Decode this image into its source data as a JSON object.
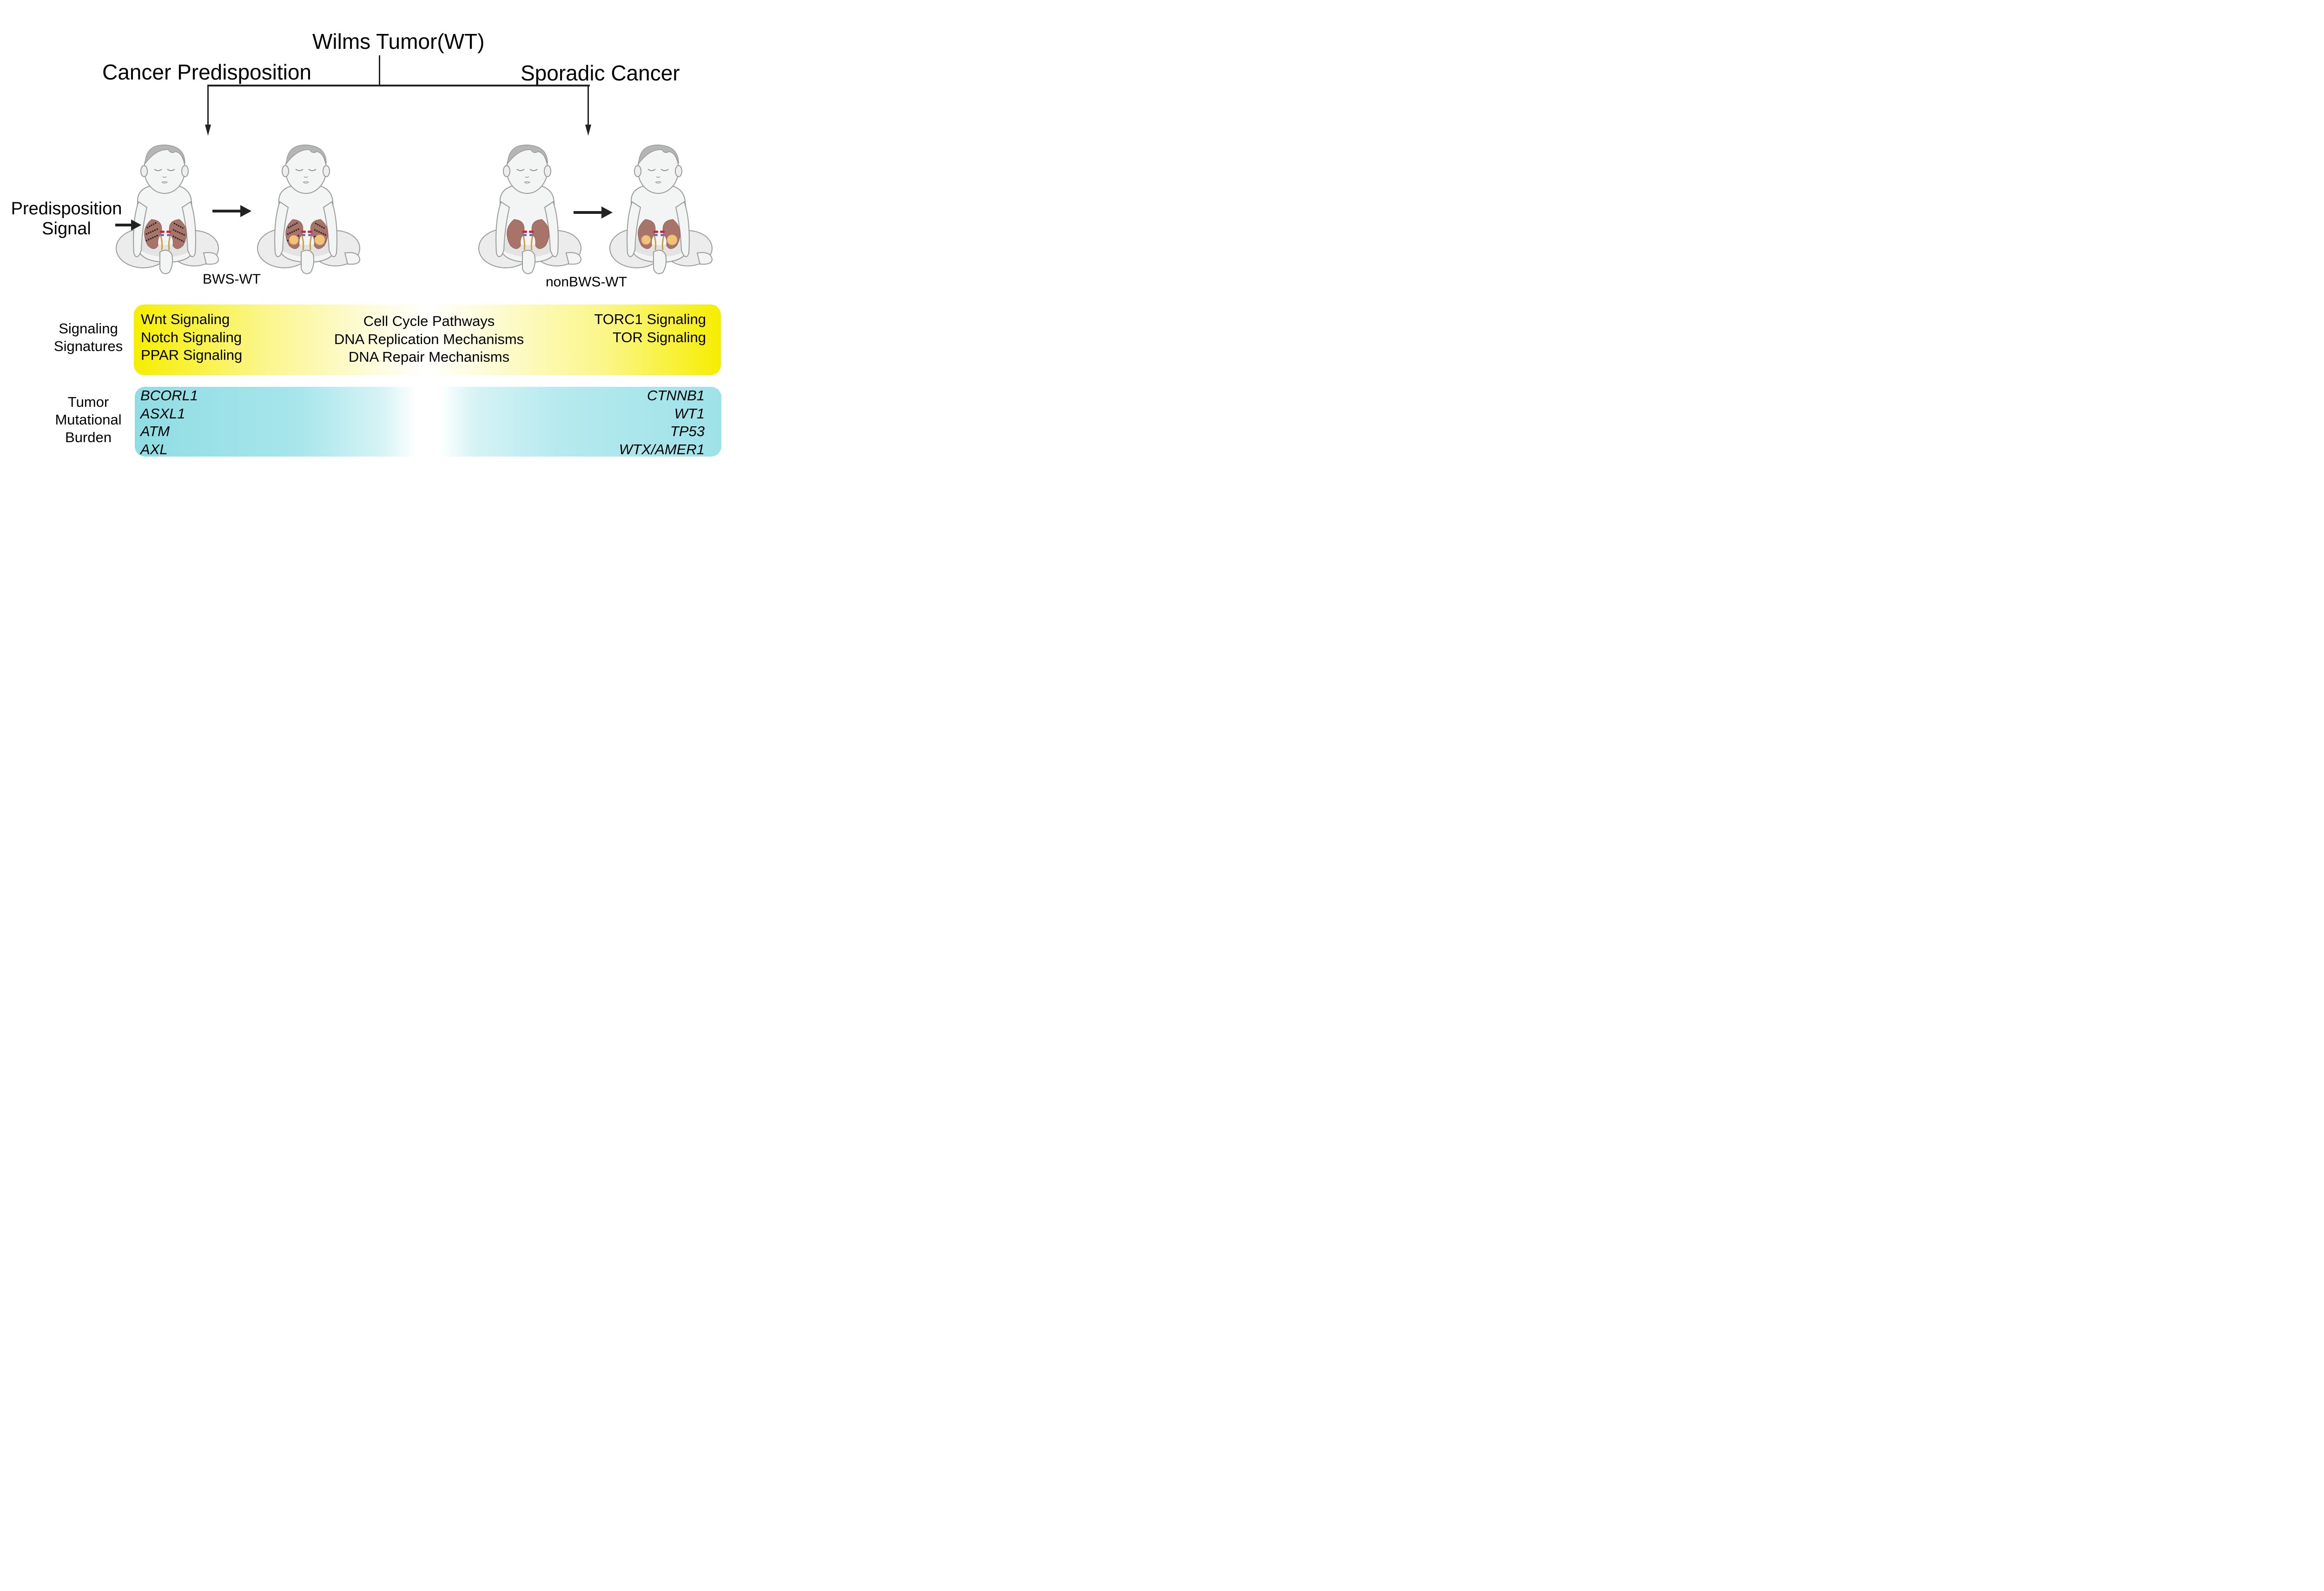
{
  "header": {
    "root_title": "Wilms Tumor(WT)",
    "left_branch": "Cancer Predisposition",
    "right_branch": "Sporadic Cancer"
  },
  "illustrations": {
    "predisposition_label_line1": "Predisposition",
    "predisposition_label_line2": "Signal",
    "left_group_caption": "BWS-WT",
    "right_group_caption": "nonBWS-WT",
    "babies": [
      {
        "id": "bws-baby-pre",
        "kidney_state": "hatched (predisposition marks)",
        "tumor": false
      },
      {
        "id": "bws-baby-tumor",
        "kidney_state": "hatched with tumor masses",
        "tumor": true
      },
      {
        "id": "nonbws-baby-normal",
        "kidney_state": "normal",
        "tumor": false
      },
      {
        "id": "nonbws-baby-tumor",
        "kidney_state": "tumor masses",
        "tumor": true
      }
    ]
  },
  "signaling": {
    "row_label_line1": "Signaling",
    "row_label_line2": "Signatures",
    "left": [
      "Wnt Signaling",
      "Notch Signaling",
      "PPAR Signaling"
    ],
    "center": [
      "Cell Cycle Pathways",
      "DNA Replication Mechanisms",
      "DNA Repair Mechanisms"
    ],
    "right": [
      "TORC1 Signaling",
      "TOR Signaling"
    ],
    "color": "#f6ee00"
  },
  "mutations": {
    "row_label_line1": "Tumor",
    "row_label_line2": "Mutational",
    "row_label_line3": "Burden",
    "left": [
      "BCORL1",
      "ASXL1",
      "ATM",
      "AXL"
    ],
    "right": [
      "CTNNB1",
      "WT1",
      "TP53",
      "WTX/AMER1"
    ],
    "color": "#8fdde4"
  },
  "colors": {
    "kidney": "#a8746a",
    "tumor": "#f0c27a",
    "artery": "#c8283a",
    "vein": "#7a6bbf",
    "ureter": "#c9a040",
    "skin": "#f3f4f4",
    "outline": "#9a9a9a",
    "hair": "#b5b5b5"
  }
}
